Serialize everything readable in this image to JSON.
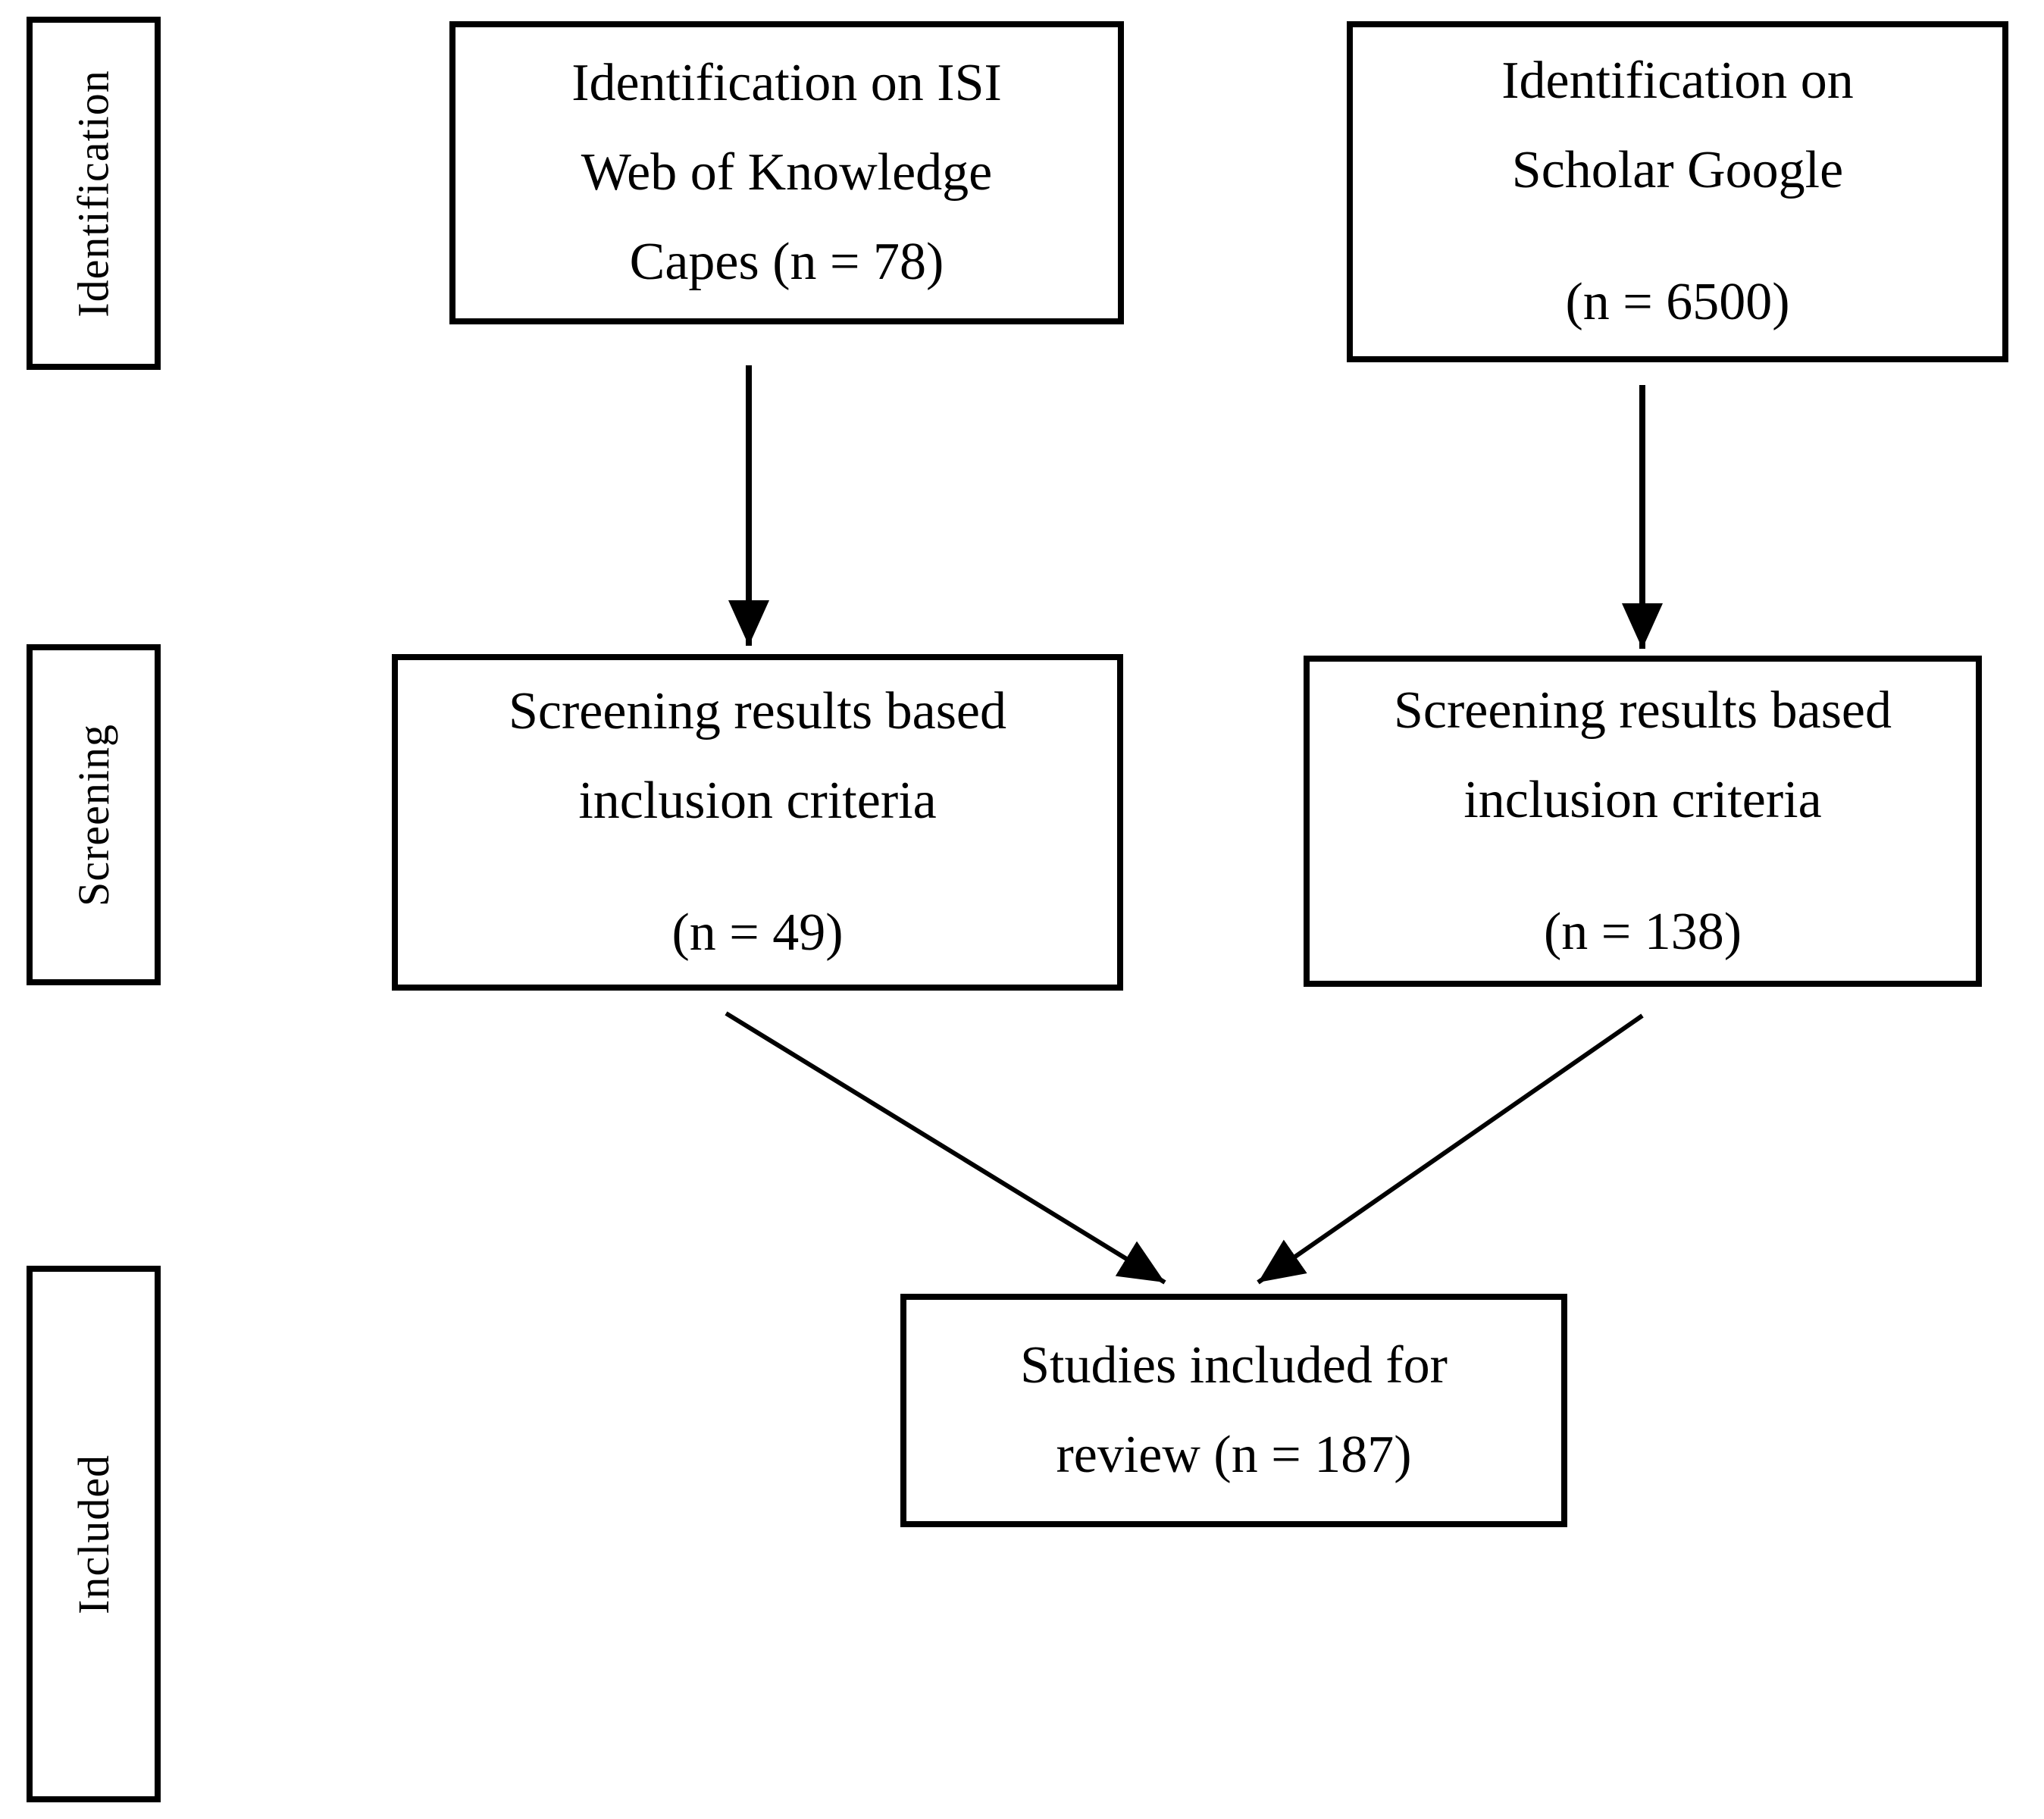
{
  "page": {
    "colors": {
      "ink": "#000000",
      "background": "#ffffff"
    }
  },
  "sidebar": {
    "stages": [
      {
        "label": "Identification"
      },
      {
        "label": "Screening"
      },
      {
        "label": "Included"
      }
    ]
  },
  "flow": {
    "boxes": {
      "isi": {
        "line1": "Identification on ISI",
        "line2": "Web of Knowledge",
        "line3": "Capes (n = 78)"
      },
      "scholar": {
        "line1": "Identification on",
        "line2": "Scholar Google",
        "count": "(n = 6500)"
      },
      "screen_isi": {
        "line1": "Screening results based",
        "line2": "inclusion criteria",
        "count": "(n = 49)"
      },
      "screen_scholar": {
        "line1": "Screening results based",
        "line2": "inclusion criteria",
        "count": "(n = 138)"
      },
      "included": {
        "line1": "Studies included for",
        "line2": "review (n = 187)"
      }
    }
  }
}
